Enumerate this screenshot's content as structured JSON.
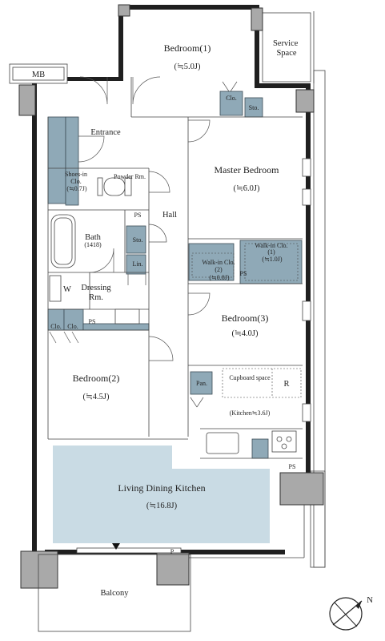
{
  "rooms": {
    "service_space": [
      "Service",
      "Space"
    ],
    "bedroom1": [
      "Bedroom(1)",
      "(≒5.0J)"
    ],
    "master": [
      "Master Bedroom",
      "(≒6.0J)"
    ],
    "bedroom3": [
      "Bedroom(3)",
      "(≒4.0J)"
    ],
    "bedroom2": [
      "Bedroom(2)",
      "(≒4.5J)"
    ],
    "ldk": [
      "Living Dining Kitchen",
      "(≒16.8J)"
    ],
    "kitchen": "(Kitchen≒3.6J)",
    "entrance": "Entrance",
    "hall": "Hall",
    "powder": "Powder Rm.",
    "bath": [
      "Bath",
      "(1418)"
    ],
    "dressing": [
      "Dressing",
      "Rm."
    ],
    "balcony": "Balcony",
    "cupboard": "Cupboard space"
  },
  "storage": {
    "shoes": [
      "Shoes-in",
      "Clo.",
      "(≒0.7J)"
    ],
    "walkin1": [
      "Walk-in Clo.",
      "(1)",
      "(≒1.0J)"
    ],
    "walkin2": [
      "Walk-in Clo.",
      "(2)",
      "(≒0.8J)"
    ],
    "clo": "Clo.",
    "sto": "Sto.",
    "lin": "Lin.",
    "pan": "Pan."
  },
  "misc": {
    "mb": "MB",
    "ps": "PS",
    "w": "W",
    "r": "R",
    "p": "P",
    "north": "N"
  },
  "colors": {
    "storage": "#8fa9b7",
    "ldk_floor": "#c9dbe4",
    "pillar": "#a9a9a9",
    "wall": "#1f1f1f"
  }
}
